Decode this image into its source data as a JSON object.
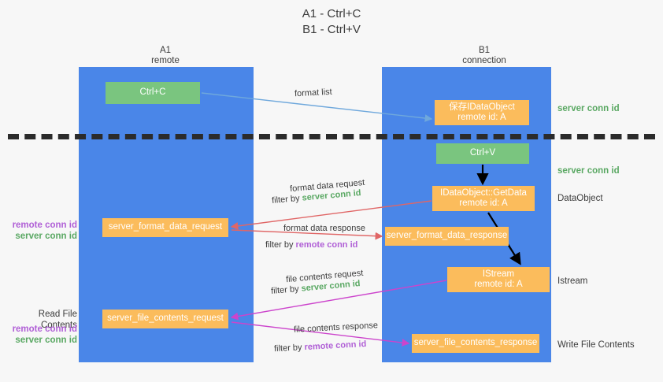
{
  "title": "A1 - Ctrl+C\nB1 - Ctrl+V",
  "lanes": [
    {
      "id": "a1",
      "header": "A1\nremote",
      "color": "#4a86e8"
    },
    {
      "id": "b1",
      "header": "B1\nconnection",
      "color": "#4a86e8"
    }
  ],
  "colors": {
    "lane": "#4a86e8",
    "green_box": "#7ac57f",
    "orange_box": "#fbbc5c",
    "server_conn_id": "#5aa863",
    "remote_conn_id": "#b05fd6",
    "format_list_arrow": "#6fa8dc",
    "format_data_arrow": "#e06666",
    "file_contents_arrow": "#cc44cc",
    "black_arrow": "#000000",
    "divider": "#2b2b2b",
    "background": "#f7f7f7"
  },
  "boxes": {
    "ctrl_c": "Ctrl+C",
    "save_idataobject": "保存IDataObject\nremote id: A",
    "ctrl_v": "Ctrl+V",
    "getdata": "IDataObject::GetData\nremote id: A",
    "server_format_data_request": "server_format_data_request",
    "server_format_data_response": "server_format_data_response",
    "istream": "IStream\nremote id: A",
    "server_file_contents_request": "server_file_contents_request",
    "server_file_contents_response": "server_file_contents_response"
  },
  "right_notes": {
    "n1": "server conn id",
    "n2": "server conn id",
    "n3": "DataObject",
    "n4": "Istream",
    "n5": "Write File Contents"
  },
  "left_notes": {
    "remote_conn_id": "remote conn id",
    "server_conn_id": "server conn id",
    "read_file_contents": "Read File Contents",
    "remote_conn_id_2": "remote conn id",
    "server_conn_id_2": "server conn id"
  },
  "captions": {
    "format_list": "format list",
    "format_data_request": "format data request",
    "filter_by": "filter by ",
    "server_conn_id": "server conn id",
    "format_data_response": "format data response",
    "remote_conn_id": "remote conn id",
    "file_contents_request": "file contents request",
    "file_contents_response": "file contents response"
  }
}
